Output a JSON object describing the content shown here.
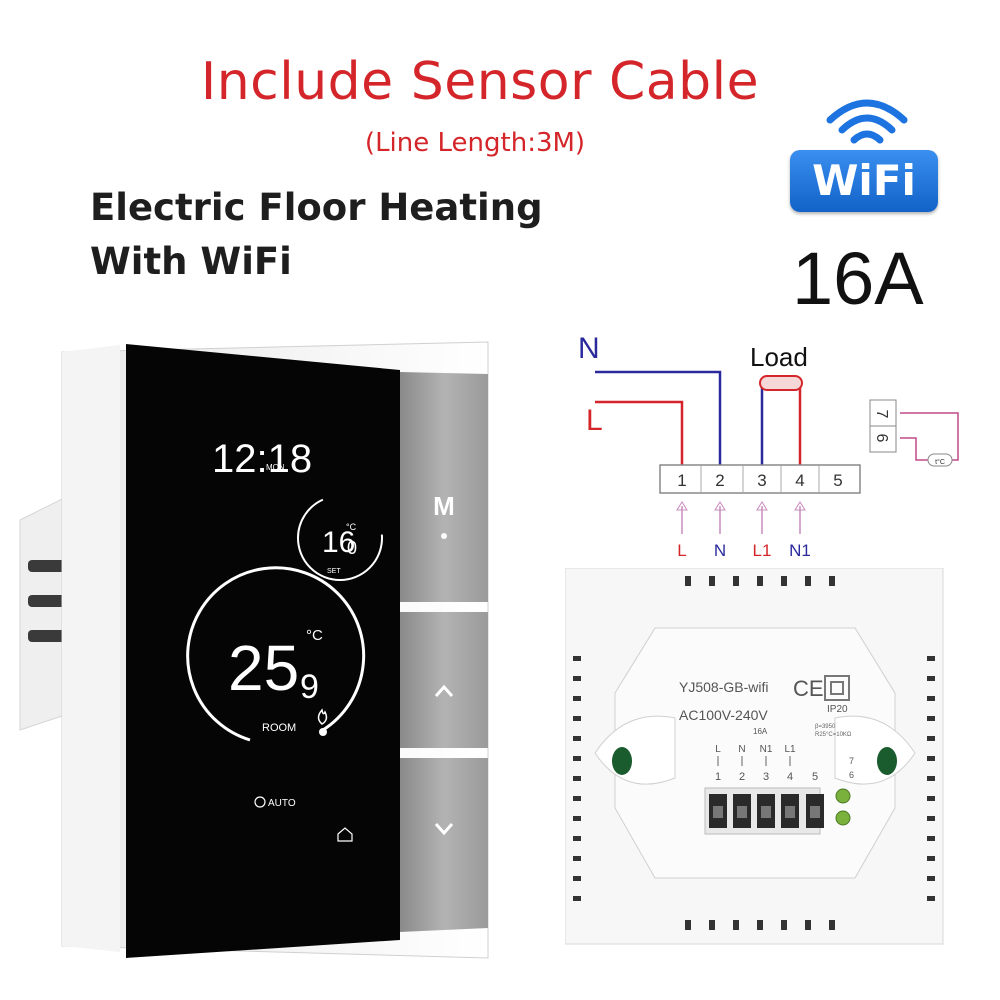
{
  "headline": "Include Sensor Cable",
  "subheadline": "(Line Length:3M)",
  "product": {
    "line1": "Electric Floor Heating",
    "line2": "With WiFi"
  },
  "badge": {
    "label": "WiFi",
    "icon": "wifi-signal-icon",
    "color": "#1d74e0"
  },
  "amperage": "16A",
  "display": {
    "time": "12:18",
    "day": "MON",
    "set_temp_int": "16",
    "set_temp_dec": "0",
    "set_unit": "°C",
    "set_label": "SET",
    "room_temp_int": "25",
    "room_temp_dec": "9",
    "room_unit": "°C",
    "room_label": "ROOM",
    "mode": "AUTO",
    "buttons": [
      "M",
      "^",
      "v"
    ]
  },
  "wiring": {
    "load_label": "Load",
    "supply_left": [
      "N",
      "L"
    ],
    "terminals": [
      "1",
      "2",
      "3",
      "4",
      "5"
    ],
    "bottom_labels": [
      "L",
      "N",
      "L1",
      "N1"
    ],
    "sensor_terminals": [
      "7",
      "6"
    ],
    "sensor_label": "t°C",
    "colors": {
      "neutral": "#2a2a9c",
      "live": "#d4262a"
    }
  },
  "back_label": {
    "model": "YJ508-GB-wifi",
    "ce": "CE",
    "rating": "AC100V-240V",
    "ip": "IP20",
    "amp": "16A",
    "sensor_spec1": "β=3950",
    "sensor_spec2": "R25°C=10KΩ",
    "pins": [
      "L",
      "N",
      "N1",
      "L1"
    ],
    "pin_numbers": [
      "1",
      "2",
      "3",
      "4",
      "5"
    ],
    "pin_right": [
      "7",
      "6"
    ]
  }
}
